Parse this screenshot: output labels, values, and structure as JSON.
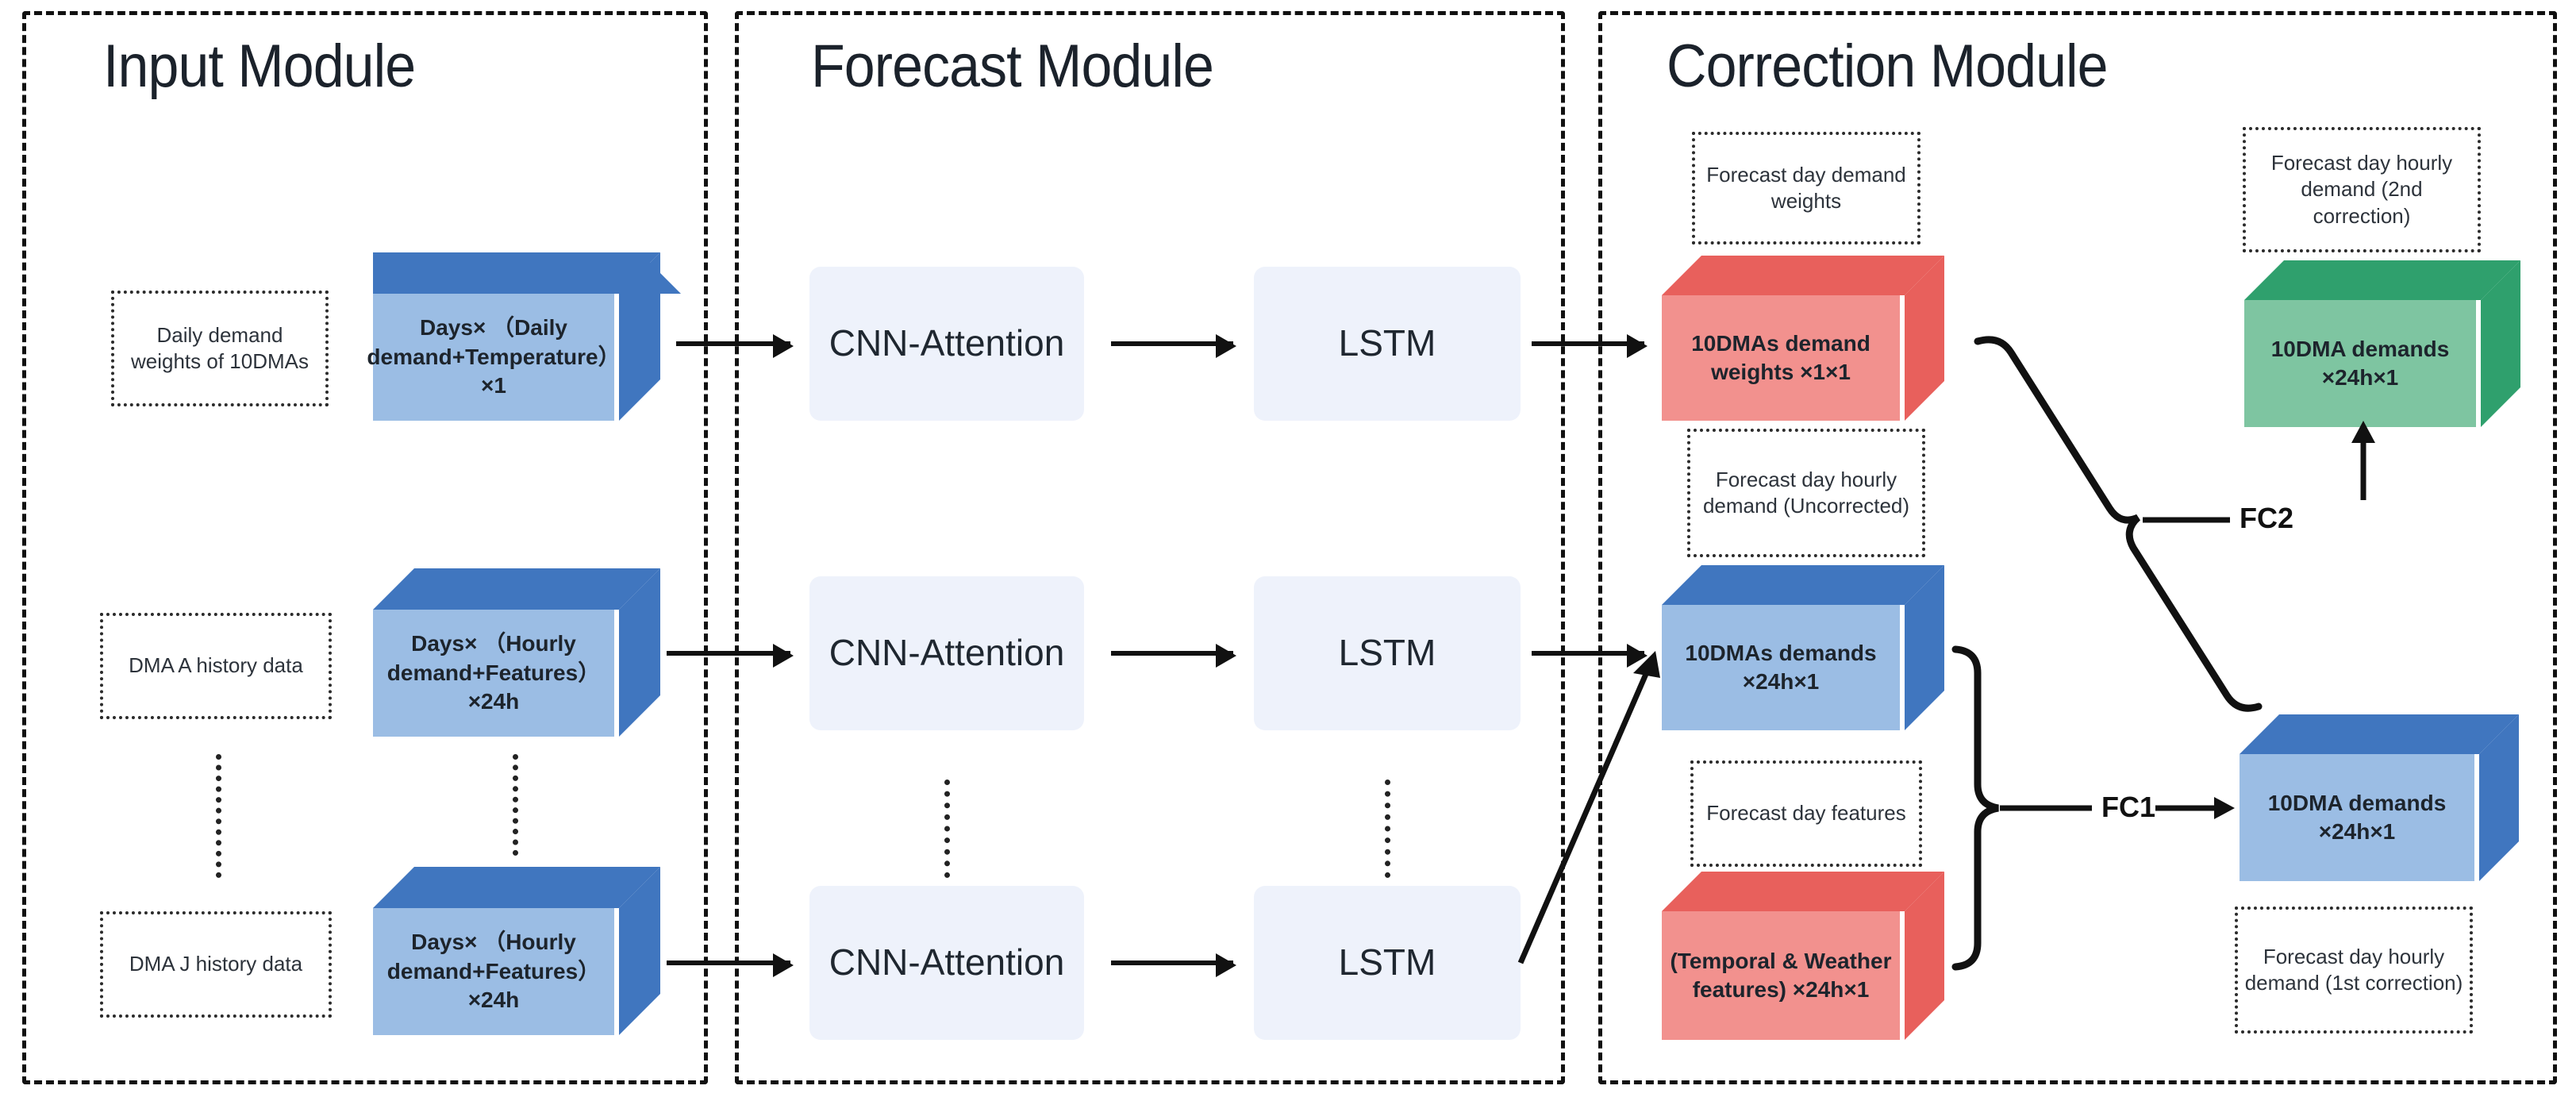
{
  "modules": [
    {
      "title": "Input Module"
    },
    {
      "title": "Forecast Module"
    },
    {
      "title": "Correction Module"
    }
  ],
  "input": {
    "notes": [
      {
        "text": "Daily demand weights of 10DMAs"
      },
      {
        "text": "DMA A history data"
      },
      {
        "text": "DMA J history data"
      }
    ],
    "cubes": [
      {
        "text": "Days× （Daily demand+Temperature）×1"
      },
      {
        "text": "Days× （Hourly demand+Features） ×24h"
      },
      {
        "text": "Days× （Hourly demand+Features） ×24h"
      }
    ]
  },
  "forecast": {
    "blocks": [
      {
        "label": "CNN-Attention"
      },
      {
        "label": "LSTM"
      },
      {
        "label": "CNN-Attention"
      },
      {
        "label": "LSTM"
      },
      {
        "label": "CNN-Attention"
      },
      {
        "label": "LSTM"
      }
    ]
  },
  "correction": {
    "notes": [
      {
        "text": "Forecast day demand weights"
      },
      {
        "text": "Forecast day hourly demand (Uncorrected)"
      },
      {
        "text": "Forecast day features"
      },
      {
        "text": "Forecast day hourly demand (2nd correction)"
      },
      {
        "text": "Forecast day hourly demand (1st correction)"
      }
    ],
    "cubes": [
      {
        "text": "10DMAs demand weights ×1×1",
        "color": "#f2918e"
      },
      {
        "text": "10DMAs demands ×24h×1",
        "color": "#9bbde4"
      },
      {
        "text": "(Temporal & Weather features) ×24h×1",
        "color": "#f2918e"
      },
      {
        "text": "10DMA demands ×24h×1",
        "color": "#9bbde4"
      },
      {
        "text": "10DMA demands ×24h×1",
        "color": "#7ec5a1"
      }
    ],
    "connectors": [
      {
        "label": "FC1"
      },
      {
        "label": "FC2"
      }
    ]
  },
  "colors": {
    "blue_front": "#9bbde4",
    "blue_dark": "#4076bf",
    "red_front": "#f2918e",
    "red_dark": "#e8605c",
    "green_front": "#7ec5a1",
    "green_dark": "#2fa06d",
    "block_bg": "#eef2fb",
    "stroke": "#111111",
    "title": "#1b222b"
  }
}
